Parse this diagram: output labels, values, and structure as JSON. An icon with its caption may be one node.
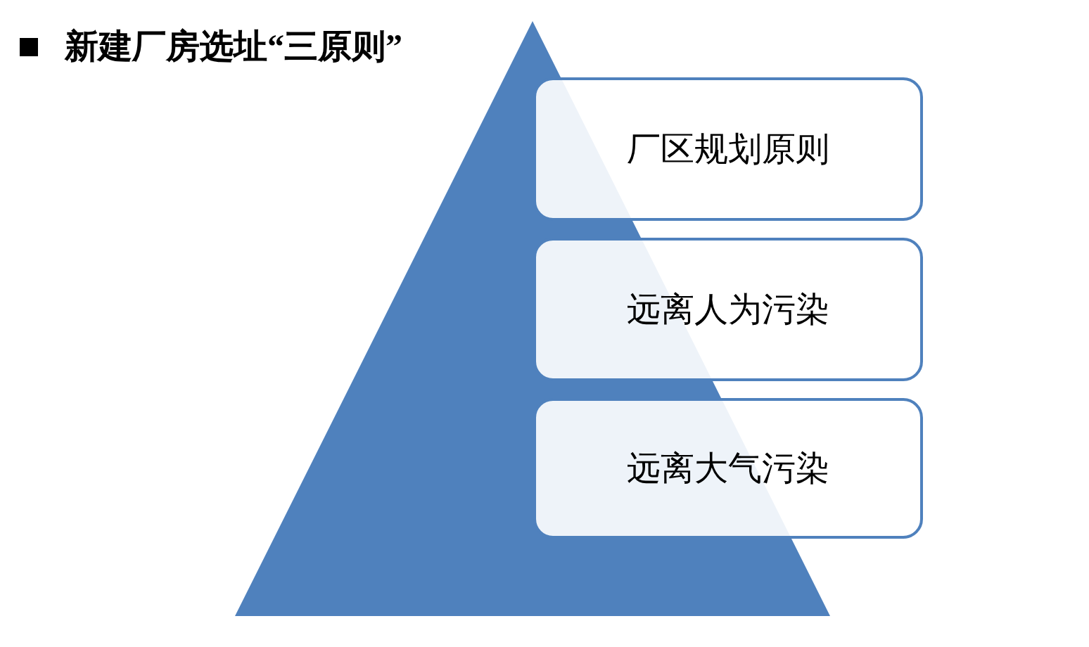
{
  "diagram": {
    "title": "新建厂房选址“三原则”",
    "nodes": [
      {
        "text": [],
        "shape": "triangle"
      },
      {
        "text": [
          "厂区规划原则"
        ]
      },
      {
        "text": [
          "远离人为污染"
        ]
      },
      {
        "text": [
          "远离大气污染"
        ]
      }
    ]
  }
}
